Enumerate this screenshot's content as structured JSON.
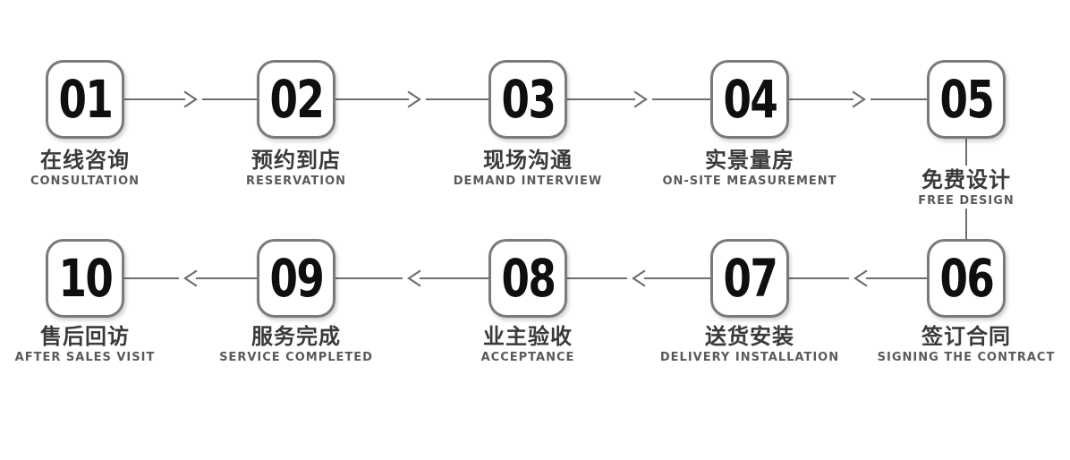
{
  "diagram": {
    "type": "process-flow",
    "direction": "top row left-to-right, bottom row right-to-left, vertical link from step 05 to step 06"
  },
  "steps": [
    {
      "number": "01",
      "title_zh": "在线咨询",
      "title_en": "CONSULTATION"
    },
    {
      "number": "02",
      "title_zh": "预约到店",
      "title_en": "RESERVATION"
    },
    {
      "number": "03",
      "title_zh": "现场沟通",
      "title_en": "DEMAND INTERVIEW"
    },
    {
      "number": "04",
      "title_zh": "实景量房",
      "title_en": "ON-SITE MEASUREMENT"
    },
    {
      "number": "05",
      "title_zh": "免费设计",
      "title_en": "FREE DESIGN"
    },
    {
      "number": "06",
      "title_zh": "签订合同",
      "title_en": "SIGNING THE CONTRACT"
    },
    {
      "number": "07",
      "title_zh": "送货安装",
      "title_en": "DELIVERY INSTALLATION"
    },
    {
      "number": "08",
      "title_zh": "业主验收",
      "title_en": "ACCEPTANCE"
    },
    {
      "number": "09",
      "title_zh": "服务完成",
      "title_en": "SERVICE COMPLETED"
    },
    {
      "number": "10",
      "title_zh": "售后回访",
      "title_en": "AFTER SALES VISIT"
    }
  ],
  "colors": {
    "background": "#ffffff",
    "box_border": "#7a7a7a",
    "number": "#0f0f0f",
    "title_zh": "#3a3a3a",
    "title_en": "#5a5a5a",
    "connector": "#6f6f6f"
  }
}
